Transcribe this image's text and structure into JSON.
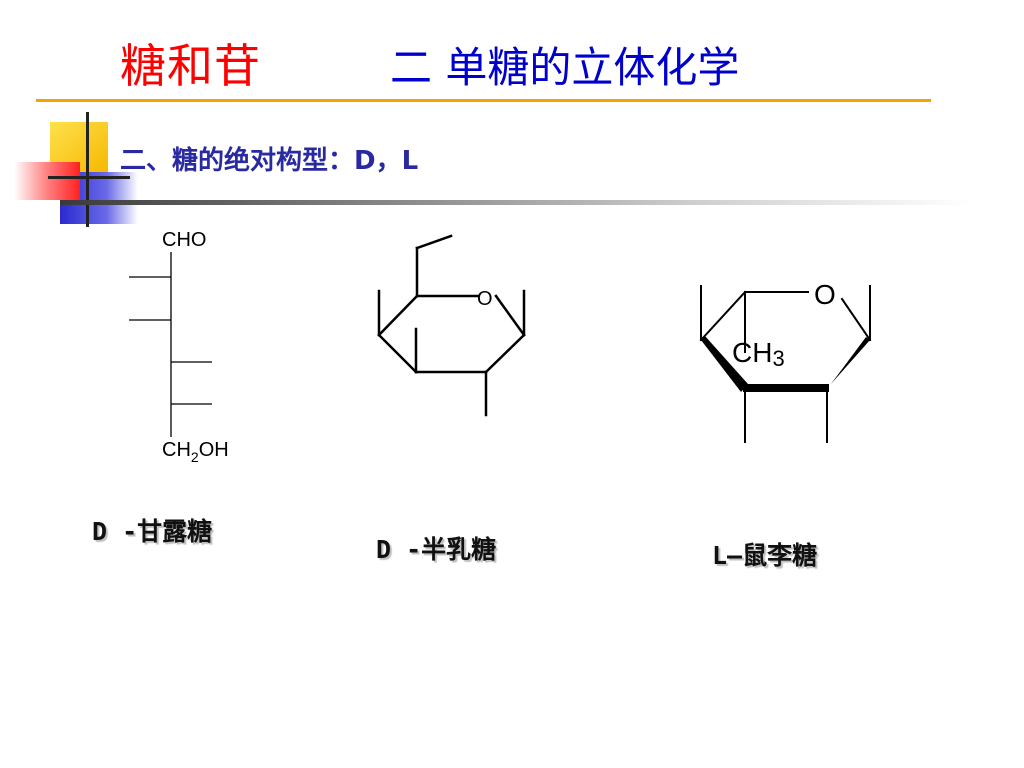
{
  "slide": {
    "title_left": "糖和苷",
    "title_right": "二  单糖的立体化学",
    "subtitle": "二、糖的绝对构型：D，L"
  },
  "structures": {
    "mannose": {
      "top_group": "CHO",
      "bottom_group_prefix": "CH",
      "bottom_group_sub": "2",
      "bottom_group_suffix": "OH",
      "caption": "D -甘露糖"
    },
    "galactose": {
      "ring_oxygen": "O",
      "caption": "D -半乳糖"
    },
    "rhamnose": {
      "ring_oxygen": "O",
      "substituent": "CH",
      "substituent_sub": "3",
      "caption": "L—鼠李糖"
    }
  },
  "colors": {
    "title_red": "#ff0000",
    "title_blue": "#0000cc",
    "subtitle_blue": "#2a2aa0",
    "rule_orange": "#f5a300",
    "deco_yellow": "#ffd21a",
    "deco_red": "#ff3b3b",
    "deco_blue": "#3a3ad8"
  }
}
